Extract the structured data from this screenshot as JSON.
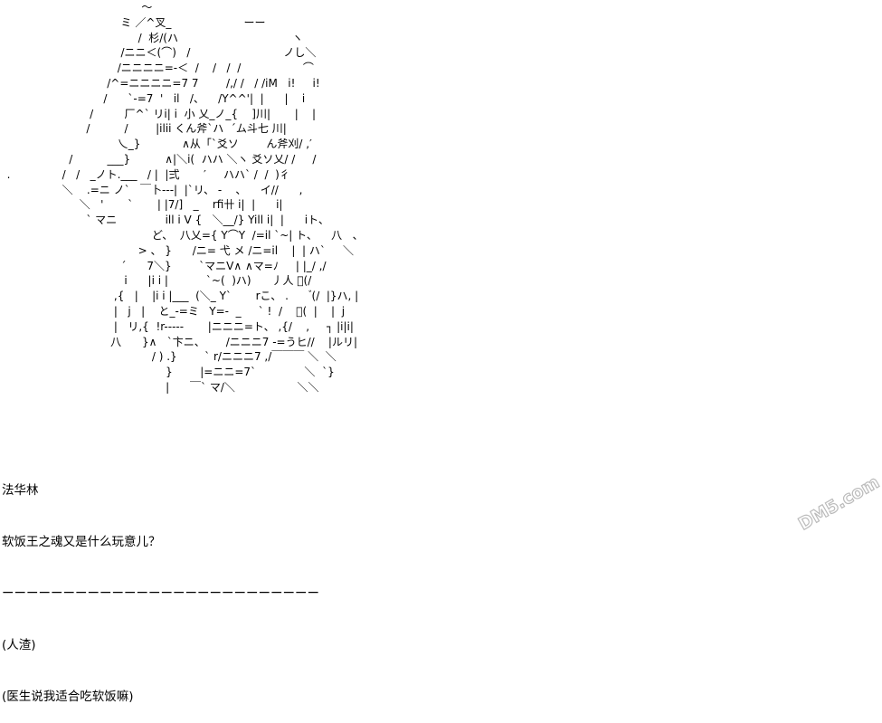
{
  "ascii_art": {
    "lines": [
      "                                         ～",
      "                                   ミ ／^叉_                     ーー",
      "                                        /  杉/(ハ                                 ヽ",
      "                                   /ニニ＜(⌒)   /                           ノし＼",
      "                                  /ニニニニ=-＜  /    /   /  /                  ⌒",
      "                               /^=ニニニニ=7 7        /,/ /   / /iM   i!     i!",
      "                              /      `-=7  '   il   /、    /Y^^'|  |      |    i",
      "                          /         厂^` リi| i  小 乂_ノ_{    ]川|       |    |",
      "                         /          /        |ilii くん斧`ハ  ´ム斗七 川|",
      "                                  乀_}            ∧从「`爻ソ        ん斧刈/ ,′",
      "                    /          ___}          ∧|＼i(  ハハ ＼ヽ 爻ソ乂/ /     /",
      "  .               /   /   _ノト.___   / |  |弍       ′     ハハ` /  /  )彳",
      "                  ＼    .=ニ ノ`   ￣卜---|  |`リ、 -    、    イ//      ,",
      "                       ＼   '       `       | |7/]   _    rfi卄 i|  |      i|",
      "                         ` マニ              ill i V {   ＼__/} Yill i|  |      iト、",
      "                                            ど、  八乂={ Y⌒Y  /=il `~| ト、    八   、",
      "                                        > 、 }      /ニ= 弋 メ /ニ=il    |  | ハ`     ＼",
      "                                   ´      7＼}        `マニV∧ ∧マ=ﾉ     | |_/ ,/",
      "                                    i      |i i |           `~(  )ハ)      丿人 ゙(/",
      "                                 ,{   |    |i i |___  (＼_ Y`       rこ、 .       ゙(/  |}ハ, |",
      "                                 |   j   |    と_-=ミ   Y=-  _     ` !  /    ゙(  |    |  j",
      "                                 |   リ,{  !r-----       |ニニニ=ト、 ,{/    ,     ┐ |i|i|",
      "                                八      }∧   `卞ニ、      /ニニニ7 -=うヒ//    |ルリ|",
      "                                            / ) .}        ` r/ニニニ7 ,/￣￣￣ ＼  ＼",
      "                                                }        |=ニニ=7`              ＼  `}",
      "                                                |      ￣` マ/＼                  ＼＼"
    ]
  },
  "caption": {
    "speaker": "法华林",
    "line1": "软饭王之魂又是什么玩意儿？",
    "divider": "ーーーーーーーーーーーーーーーーーーーーーーーーーー",
    "note_title": "(人渣)",
    "note_body": "(医生说我适合吃软饭嘛)"
  },
  "watermark": {
    "text": "DM5.com",
    "color": "#bbbbbb"
  }
}
